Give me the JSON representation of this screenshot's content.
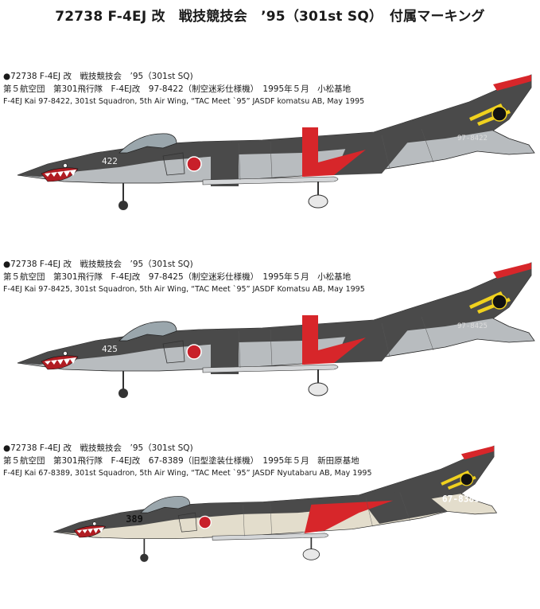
{
  "page": {
    "title": "72738 F-4EJ 改　戦技競技会　’95（301st SQ）　付属マーキング"
  },
  "colors": {
    "dark_gray": "#4a4a4a",
    "light_gray": "#b8bcbf",
    "cream": "#e3ddcc",
    "red": "#d7262a",
    "yellow": "#f0d11e",
    "hinomaru": "#c8202a"
  },
  "entries": [
    {
      "line1": "●72738 F-4EJ 改　戦技競技会　’95（301st SQ)",
      "line2": "第５航空団　第301飛行隊　F-4EJ改　97-8422（制空迷彩仕様機）　1995年５月　小松基地",
      "line3": "F-4EJ Kai 97-8422, 301st Squadron, 5th Air Wing, “TAC Meet `95” JASDF  komatsu AB, May 1995",
      "tail_number": "97-8422",
      "nose_number": "422",
      "scheme": "air-superiority"
    },
    {
      "line1": "●72738 F-4EJ 改　戦技競技会　’95（301st SQ)",
      "line2": "第５航空団　第301飛行隊　F-4EJ改　97-8425（制空迷彩仕様機）　1995年５月　小松基地",
      "line3": "F-4EJ Kai 97-8425, 301st Squadron, 5th Air Wing, “TAC Meet `95” JASDF Komatsu AB, May 1995",
      "tail_number": "97-8425",
      "nose_number": "425",
      "scheme": "air-superiority"
    },
    {
      "line1": "●72738 F-4EJ 改　戦技競技会　’95（301st SQ)",
      "line2": "第５航空団　第301飛行隊　F-4EJ改　67-8389（旧型塗装仕様機）　1995年５月　新田原基地",
      "line3": "F-4EJ Kai 67-8389, 301st Squadron, 5th Air Wing, “TAC Meet `95” JASDF Nyutabaru AB, May 1995",
      "tail_number": "67-8389",
      "nose_number": "389",
      "scheme": "old-type"
    }
  ]
}
